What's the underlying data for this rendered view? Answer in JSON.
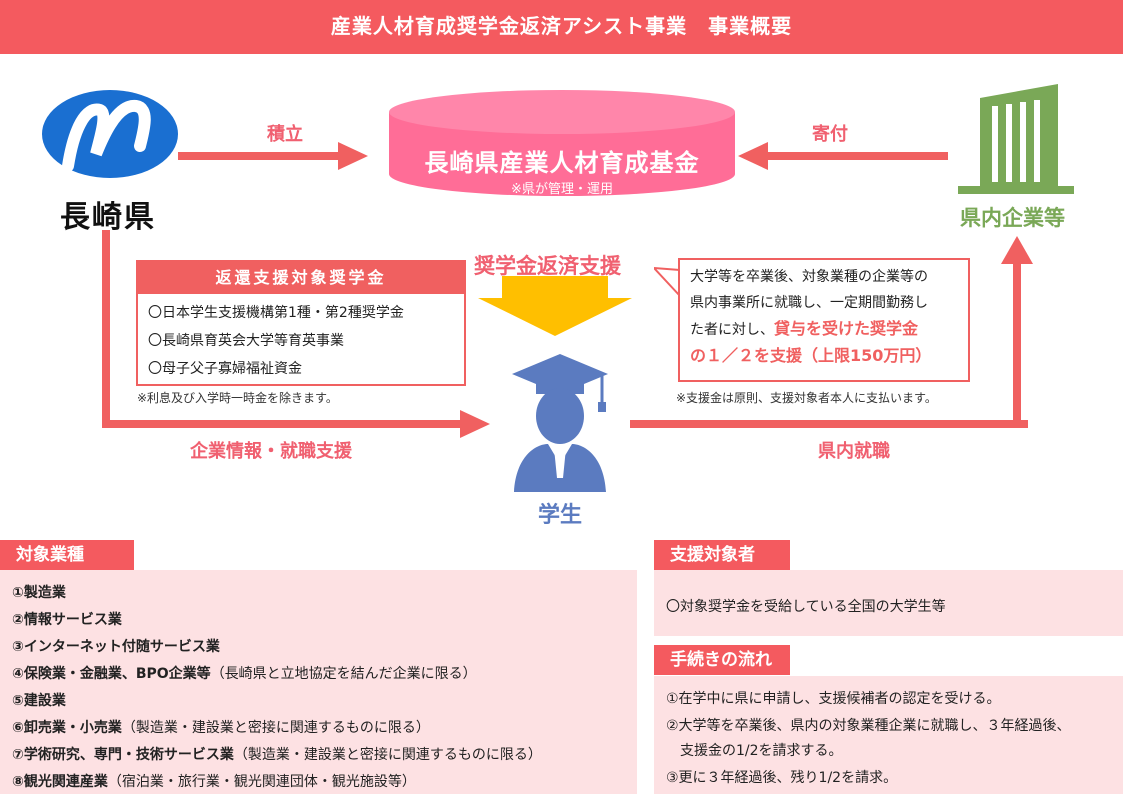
{
  "header": {
    "title": "産業人材育成奨学金返済アシスト事業　事業概要"
  },
  "nagasaki": {
    "name": "長崎県"
  },
  "fund": {
    "name": "長崎県産業人材育成基金",
    "note": "※県が管理・運用"
  },
  "companies": {
    "name": "県内企業等"
  },
  "flows": {
    "accumulate": "積立",
    "donate": "寄付",
    "repayment_support": "奨学金返済支援",
    "company_info": "企業情報・就職支援",
    "local_employment": "県内就職"
  },
  "scholarships": {
    "title": "返還支援対象奨学金",
    "items": [
      "〇日本学生支援機構第1種・第2種奨学金",
      "〇長崎県育英会大学等育英事業",
      "〇母子父子寡婦福祉資金"
    ],
    "note": "※利息及び入学時一時金を除きます。"
  },
  "support_desc": {
    "line1": "大学等を卒業後、対象業種の企業等の",
    "line2": "県内事業所に就職し、一定期間勤務し",
    "line3_plain": "た者に対し、",
    "line3_hl": "貸与を受けた奨学金",
    "line4_hl": "の１／２を支援（上限150万円）",
    "note": "※支援金は原則、支援対象者本人に支払います。"
  },
  "student": {
    "label": "学生"
  },
  "industries": {
    "title": "対象業種",
    "items": [
      {
        "main": "①製造業",
        "note": ""
      },
      {
        "main": "②情報サービス業",
        "note": ""
      },
      {
        "main": "③インターネット付随サービス業",
        "note": ""
      },
      {
        "main": "④保険業・金融業、BPO企業等",
        "note": "（長崎県と立地協定を結んだ企業に限る）"
      },
      {
        "main": "⑤建設業",
        "note": ""
      },
      {
        "main": "⑥卸売業・小売業",
        "note": "（製造業・建設業と密接に関連するものに限る）"
      },
      {
        "main": "⑦学術研究、専門・技術サービス業",
        "note": "（製造業・建設業と密接に関連するものに限る）"
      },
      {
        "main": "⑧観光関連産業",
        "note": "（宿泊業・旅行業・観光関連団体・観光施設等）"
      }
    ]
  },
  "eligibility": {
    "title": "支援対象者",
    "text": "〇対象奨学金を受給している全国の大学生等"
  },
  "procedure": {
    "title": "手続きの流れ",
    "steps": [
      "①在学中に県に申請し、支援候補者の認定を受ける。",
      "②大学等を卒業後、県内の対象業種企業に就職し、３年経過後、",
      "　支援金の1/2を請求する。",
      "③更に３年経過後、残り1/2を請求。"
    ]
  },
  "colors": {
    "header_bg": "#f45a5f",
    "arrow": "#f06060",
    "fund": "#ff6d97",
    "company_green": "#7aa857",
    "logo_blue": "#1a6fd1",
    "student_blue": "#5b7bc0",
    "support_arrow": "#ffbf00",
    "section_bg": "#fde1e3"
  }
}
